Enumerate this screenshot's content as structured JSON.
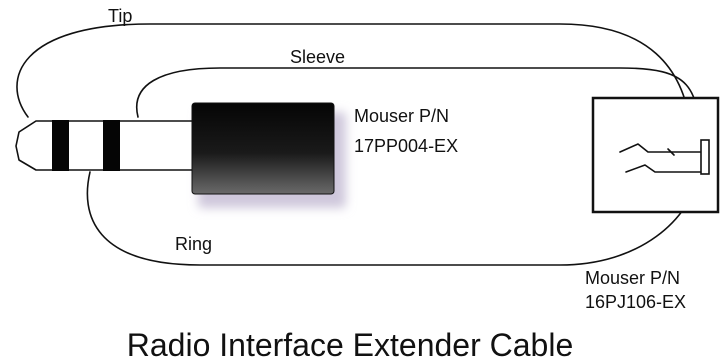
{
  "title": "Radio Interface Extender Cable",
  "wires": {
    "tip": "Tip",
    "sleeve": "Sleeve",
    "ring": "Ring"
  },
  "plug": {
    "label_line1": "Mouser P/N",
    "label_line2": "17PP004-EX"
  },
  "jack": {
    "label_line1": "Mouser P/N",
    "label_line2": "16PJ106-EX"
  },
  "colors": {
    "line": "#111111",
    "body_dark": "#050505",
    "body_light": "#6a6a6a",
    "shadow": "#cfc8dc"
  }
}
